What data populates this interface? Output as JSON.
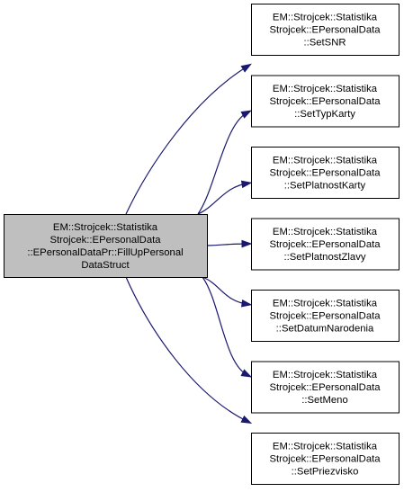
{
  "colors": {
    "source_fill": "#bfbfbf",
    "source_stroke": "#000000",
    "target_fill": "#ffffff",
    "target_stroke": "#000000",
    "edge": "#191970"
  },
  "source": {
    "lines": [
      "EM::Strojcek::Statistika",
      "Strojcek::EPersonalData",
      "::EPersonalDataPr::FillUpPersonal",
      "DataStruct"
    ]
  },
  "targets": [
    {
      "name": "SetSNR",
      "lines": [
        "EM::Strojcek::Statistika",
        "Strojcek::EPersonalData",
        "::SetSNR"
      ]
    },
    {
      "name": "SetTypKarty",
      "lines": [
        "EM::Strojcek::Statistika",
        "Strojcek::EPersonalData",
        "::SetTypKarty"
      ]
    },
    {
      "name": "SetPlatnostKarty",
      "lines": [
        "EM::Strojcek::Statistika",
        "Strojcek::EPersonalData",
        "::SetPlatnostKarty"
      ]
    },
    {
      "name": "SetPlatnostZlavy",
      "lines": [
        "EM::Strojcek::Statistika",
        "Strojcek::EPersonalData",
        "::SetPlatnostZlavy"
      ]
    },
    {
      "name": "SetDatumNarodenia",
      "lines": [
        "EM::Strojcek::Statistika",
        "Strojcek::EPersonalData",
        "::SetDatumNarodenia"
      ]
    },
    {
      "name": "SetMeno",
      "lines": [
        "EM::Strojcek::Statistika",
        "Strojcek::EPersonalData",
        "::SetMeno"
      ]
    },
    {
      "name": "SetPriezvisko",
      "lines": [
        "EM::Strojcek::Statistika",
        "Strojcek::EPersonalData",
        "::SetPriezvisko"
      ]
    }
  ]
}
